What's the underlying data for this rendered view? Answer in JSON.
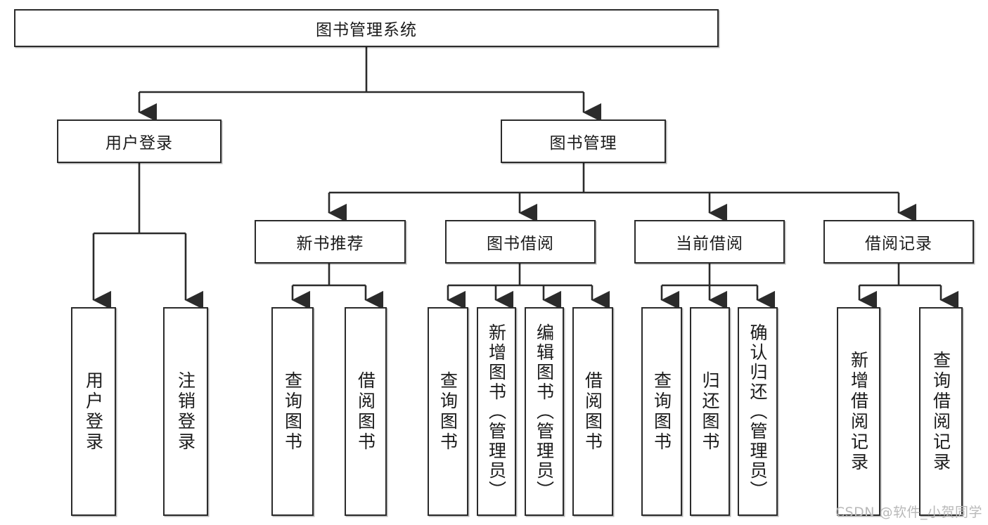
{
  "diagram": {
    "title": "图书管理系统",
    "type": "tree-hierarchy-diagram",
    "root": {
      "label": "图书管理系统"
    },
    "level2": [
      {
        "id": "user-login",
        "label": "用户登录"
      },
      {
        "id": "book-management",
        "label": "图书管理"
      }
    ],
    "level3": [
      {
        "id": "new-book-recommend",
        "label": "新书推荐",
        "parent": "book-management"
      },
      {
        "id": "book-borrow",
        "label": "图书借阅",
        "parent": "book-management"
      },
      {
        "id": "current-borrow",
        "label": "当前借阅",
        "parent": "book-management"
      },
      {
        "id": "borrow-record",
        "label": "借阅记录",
        "parent": "book-management"
      }
    ],
    "leaves": [
      {
        "id": "leaf-user-login",
        "label": "用户登录",
        "parent": "user-login"
      },
      {
        "id": "leaf-logout-login",
        "label": "注销登录",
        "parent": "user-login"
      },
      {
        "id": "leaf-query-book-1",
        "label": "查询图书",
        "parent": "new-book-recommend"
      },
      {
        "id": "leaf-borrow-book-1",
        "label": "借阅图书",
        "parent": "new-book-recommend"
      },
      {
        "id": "leaf-query-book-2",
        "label": "查询图书",
        "parent": "book-borrow"
      },
      {
        "id": "leaf-add-book",
        "label": "新增图书（管理员）",
        "parent": "book-borrow"
      },
      {
        "id": "leaf-edit-book",
        "label": "编辑图书（管理员）",
        "parent": "book-borrow"
      },
      {
        "id": "leaf-borrow-book-2",
        "label": "借阅图书",
        "parent": "book-borrow"
      },
      {
        "id": "leaf-query-book-3",
        "label": "查询图书",
        "parent": "current-borrow"
      },
      {
        "id": "leaf-return-book",
        "label": "归还图书",
        "parent": "current-borrow"
      },
      {
        "id": "leaf-confirm-return",
        "label": "确认归还（管理员）",
        "parent": "current-borrow"
      },
      {
        "id": "leaf-add-record",
        "label": "新增借阅记录",
        "parent": "borrow-record"
      },
      {
        "id": "leaf-query-record",
        "label": "查询借阅记录",
        "parent": "borrow-record"
      }
    ]
  },
  "watermark": {
    "text": "CSDN @软件_小贺同学"
  },
  "colors": {
    "stroke": "#2b2b2b",
    "fill": "#ffffff",
    "text": "#1b1b1b",
    "watermark": "#b9b9b9"
  }
}
